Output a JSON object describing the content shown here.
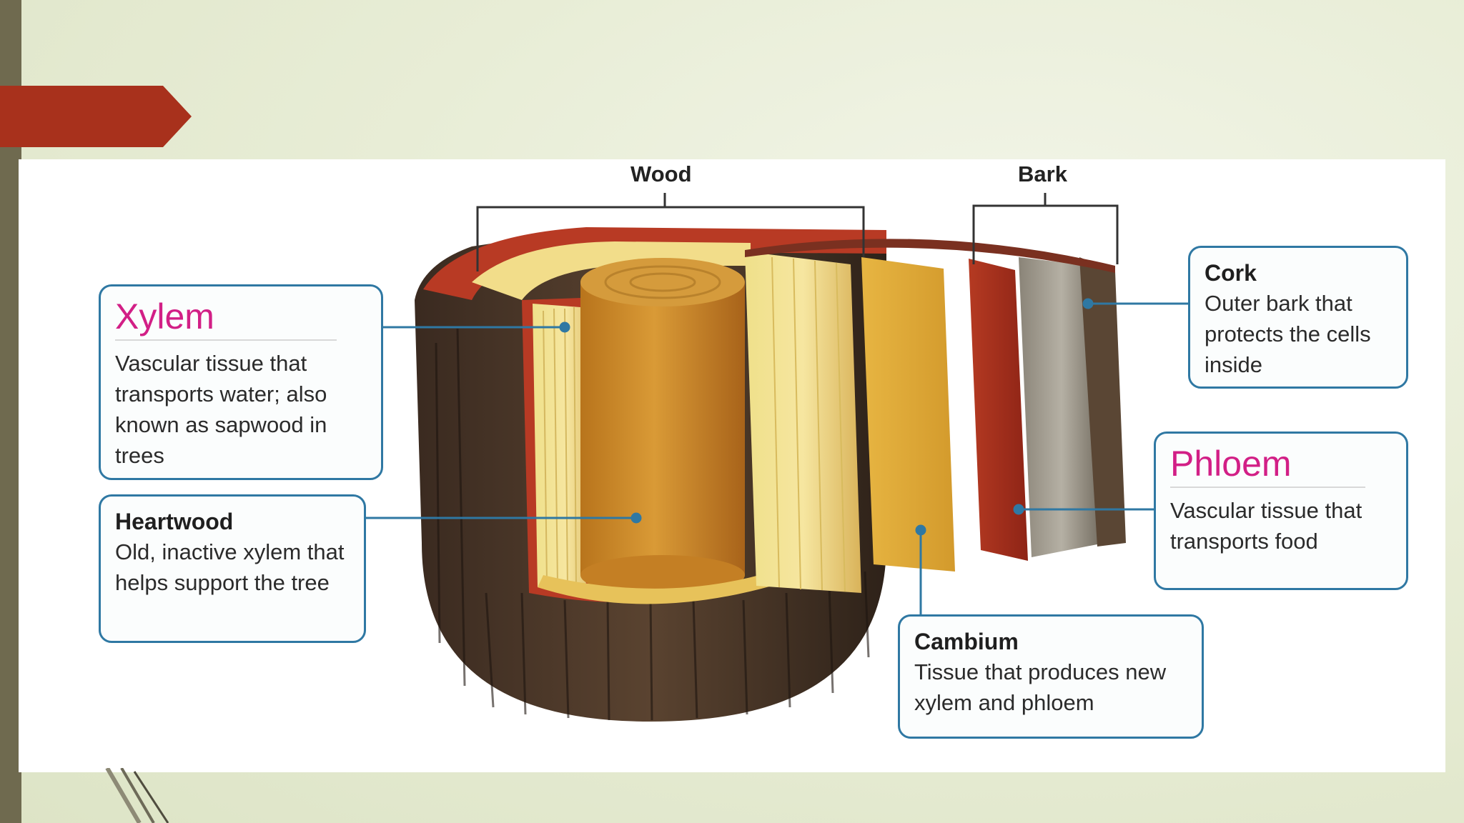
{
  "diagram": {
    "brackets": {
      "wood": "Wood",
      "bark": "Bark"
    },
    "callouts": {
      "xylem": {
        "title": "Xylem",
        "text": "Vascular tissue that transports water; also known as sapwood in trees"
      },
      "heartwood": {
        "title": "Heartwood",
        "text": "Old, inactive xylem that helps support the tree"
      },
      "cork": {
        "title": "Cork",
        "text": "Outer bark that protects the cells inside"
      },
      "phloem": {
        "title": "Phloem",
        "text": "Vascular tissue that transports food"
      },
      "cambium": {
        "title": "Cambium",
        "text": "Tissue that produces new xylem and phloem"
      }
    }
  },
  "colors": {
    "accent_red": "#a8311c",
    "callout_border": "#2f78a3",
    "pink_title": "#d21f86",
    "sidebar": "#6f6a4f"
  }
}
